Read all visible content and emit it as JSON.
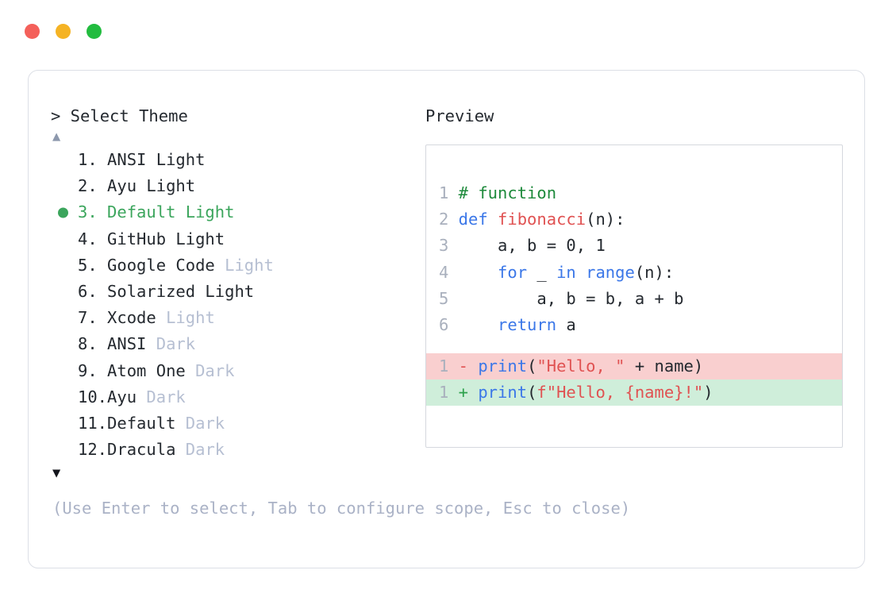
{
  "window": {
    "dots": [
      {
        "name": "close",
        "color": "#f4605a"
      },
      {
        "name": "minimize",
        "color": "#f5b324"
      },
      {
        "name": "maximize",
        "color": "#22bc3f"
      }
    ]
  },
  "selector": {
    "prompt_caret": ">",
    "prompt_label": " Select Theme",
    "scroll_up_glyph": "▲",
    "scroll_down_glyph": "▼",
    "selected_index": 3,
    "selected_color": "#3ba55c",
    "bullet_glyph": "●",
    "items": [
      {
        "number": "1.",
        "name": "ANSI Light",
        "variant": "",
        "selected": false
      },
      {
        "number": "2.",
        "name": "Ayu Light",
        "variant": "",
        "selected": false
      },
      {
        "number": "3.",
        "name": "Default Light",
        "variant": "",
        "selected": true
      },
      {
        "number": "4.",
        "name": "GitHub Light",
        "variant": "",
        "selected": false
      },
      {
        "number": "5.",
        "name": "Google Code ",
        "variant": "Light",
        "selected": false
      },
      {
        "number": "6.",
        "name": "Solarized Light",
        "variant": "",
        "selected": false
      },
      {
        "number": "7.",
        "name": "Xcode ",
        "variant": "Light",
        "selected": false
      },
      {
        "number": "8.",
        "name": "ANSI ",
        "variant": "Dark",
        "selected": false
      },
      {
        "number": "9.",
        "name": "Atom One ",
        "variant": "Dark",
        "selected": false
      },
      {
        "number": "10.",
        "name": "Ayu ",
        "variant": "Dark",
        "selected": false
      },
      {
        "number": "11.",
        "name": "Default ",
        "variant": "Dark",
        "selected": false
      },
      {
        "number": "12.",
        "name": "Dracula ",
        "variant": "Dark",
        "selected": false
      }
    ],
    "hint": "(Use Enter to select, Tab to configure scope, Esc to close)"
  },
  "preview": {
    "title": "Preview",
    "code_lines": [
      {
        "number": "1",
        "tokens": [
          {
            "text": "# function",
            "type": "comment"
          }
        ]
      },
      {
        "number": "2",
        "tokens": [
          {
            "text": "def ",
            "type": "keyword"
          },
          {
            "text": "fibonacci",
            "type": "func"
          },
          {
            "text": "(n):",
            "type": "plain"
          }
        ]
      },
      {
        "number": "3",
        "tokens": [
          {
            "text": "    a, b = 0, 1",
            "type": "plain"
          }
        ]
      },
      {
        "number": "4",
        "tokens": [
          {
            "text": "    ",
            "type": "plain"
          },
          {
            "text": "for",
            "type": "keyword"
          },
          {
            "text": " _ ",
            "type": "plain"
          },
          {
            "text": "in",
            "type": "keyword"
          },
          {
            "text": " ",
            "type": "plain"
          },
          {
            "text": "range",
            "type": "keyword"
          },
          {
            "text": "(n):",
            "type": "plain"
          }
        ]
      },
      {
        "number": "5",
        "tokens": [
          {
            "text": "        a, b = b, a + b",
            "type": "plain"
          }
        ]
      },
      {
        "number": "6",
        "tokens": [
          {
            "text": "    ",
            "type": "plain"
          },
          {
            "text": "return",
            "type": "keyword"
          },
          {
            "text": " a",
            "type": "plain"
          }
        ]
      }
    ],
    "diff_lines": [
      {
        "number": "1",
        "marker": "-",
        "kind": "removed",
        "background": "#f9cfcf",
        "tokens": [
          {
            "text": "print",
            "type": "keyword"
          },
          {
            "text": "(",
            "type": "plain"
          },
          {
            "text": "\"Hello, \"",
            "type": "string"
          },
          {
            "text": " + name)",
            "type": "plain"
          }
        ]
      },
      {
        "number": "1",
        "marker": "+",
        "kind": "added",
        "background": "#cfeeda",
        "tokens": [
          {
            "text": "print",
            "type": "keyword"
          },
          {
            "text": "(",
            "type": "plain"
          },
          {
            "text": "f\"Hello, {name}!\"",
            "type": "string"
          },
          {
            "text": ")",
            "type": "plain"
          }
        ]
      }
    ]
  }
}
